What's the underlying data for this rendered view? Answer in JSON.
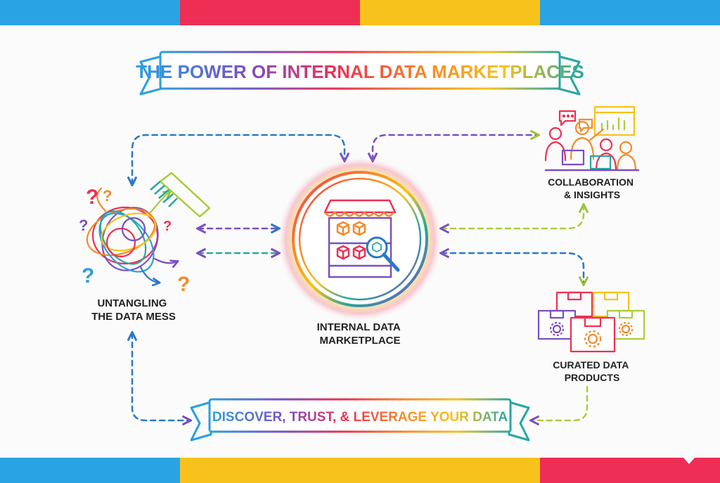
{
  "title": "THE POWER OF INTERNAL DATA MARKETPLACES",
  "footer": "DISCOVER, TRUST, & LEVERAGE YOUR DATA",
  "nodes": {
    "mess": {
      "line1": "UNTANGLING",
      "line2": "THE DATA MESS"
    },
    "market": {
      "line1": "INTERNAL DATA",
      "line2": "MARKETPLACE"
    },
    "collab": {
      "line1": "COLLABORATION",
      "line2": "& INSIGHTS"
    },
    "curated": {
      "line1": "CURATED DATA",
      "line2": "PRODUCTS"
    }
  },
  "question_mark": "?",
  "colors": {
    "blue": "#2a9fe0",
    "red": "#ef2f52",
    "yellow": "#f7c21b",
    "purple": "#7a4fc1",
    "orange": "#f58a2a",
    "teal": "#27a6a0",
    "green": "#a9cd3a"
  }
}
